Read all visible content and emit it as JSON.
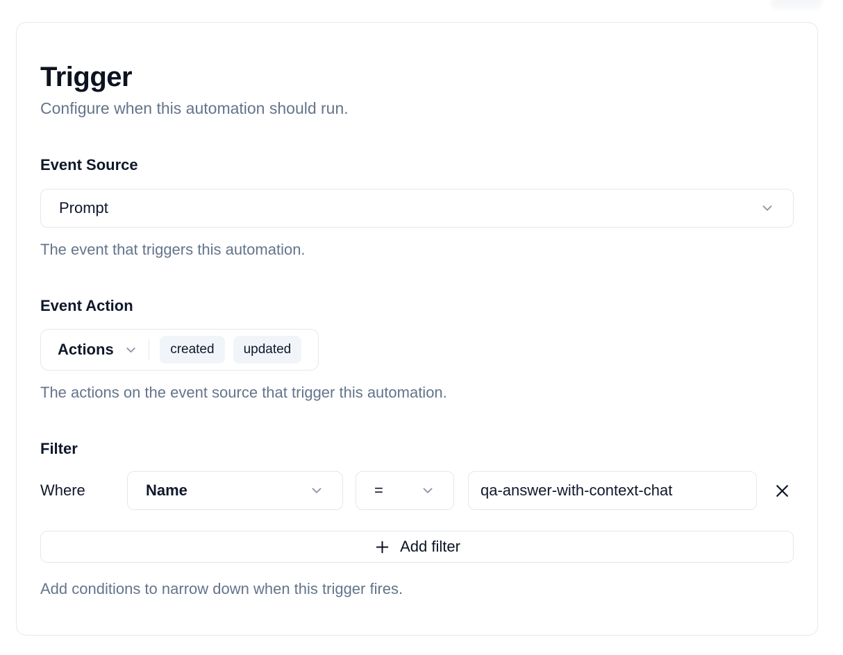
{
  "header": {
    "title": "Trigger",
    "subtitle": "Configure when this automation should run."
  },
  "sections": {
    "event_source": {
      "label": "Event Source",
      "selected": "Prompt",
      "help": "The event that triggers this automation."
    },
    "event_action": {
      "label": "Event Action",
      "dropdown_label": "Actions",
      "tags": [
        "created",
        "updated"
      ],
      "help": "The actions on the event source that trigger this automation."
    },
    "filter": {
      "label": "Filter",
      "where_label": "Where",
      "field": "Name",
      "operator": "=",
      "value": "qa-answer-with-context-chat",
      "add_button_label": "Add filter",
      "help": "Add conditions to narrow down when this trigger fires."
    }
  },
  "icons": {
    "dropdown": "chevron-down-icon",
    "remove_filter": "x-icon",
    "add_filter": "plus-icon"
  },
  "colors": {
    "text_primary": "#0f172a",
    "text_muted": "#64748b",
    "border": "#e2e8f0",
    "tag_background": "#f1f5f9",
    "card_background": "#ffffff"
  }
}
